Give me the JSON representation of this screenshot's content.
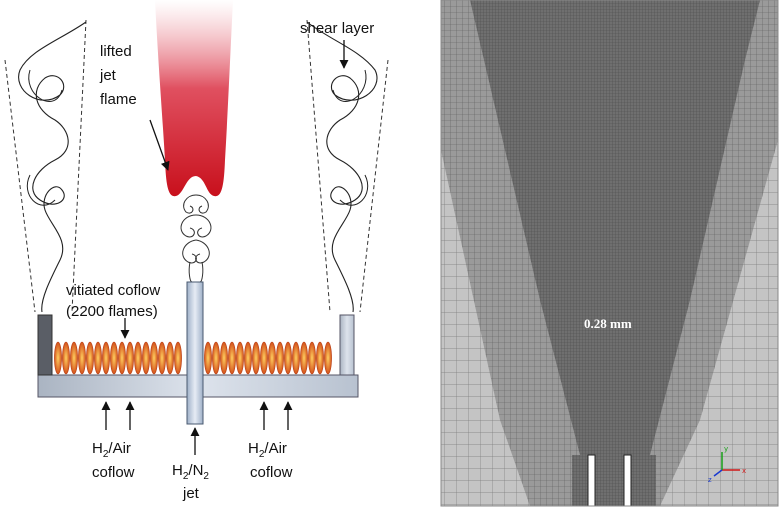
{
  "diagram": {
    "labels": {
      "lifted_jet_flame": [
        "lifted",
        "jet",
        "flame"
      ],
      "shear_layer": "shear layer",
      "vitiated_coflow": [
        "vitiated coflow",
        "(2200 flames)"
      ],
      "left_coflow": {
        "species_a": "H",
        "species_sub_a": "2",
        "species_b": "/Air",
        "word": "coflow"
      },
      "center_jet": {
        "species_a": "H",
        "species_sub_a": "2",
        "species_b": "/N",
        "species_sub_b": "2",
        "word": "jet"
      },
      "right_coflow": {
        "species_a": "H",
        "species_sub_a": "2",
        "species_b": "/Air",
        "word": "coflow"
      }
    },
    "mesh": {
      "cell_size_label": "0.28 mm",
      "axis_triad": [
        "x",
        "y",
        "z"
      ]
    },
    "colors": {
      "flame_core": "#c8101c",
      "coflow_flame": "#e8701a",
      "burner_plate": "#c8d0dc",
      "mesh_fine": "#6a6a6a",
      "mesh_coarse": "#bdbdbd"
    }
  }
}
